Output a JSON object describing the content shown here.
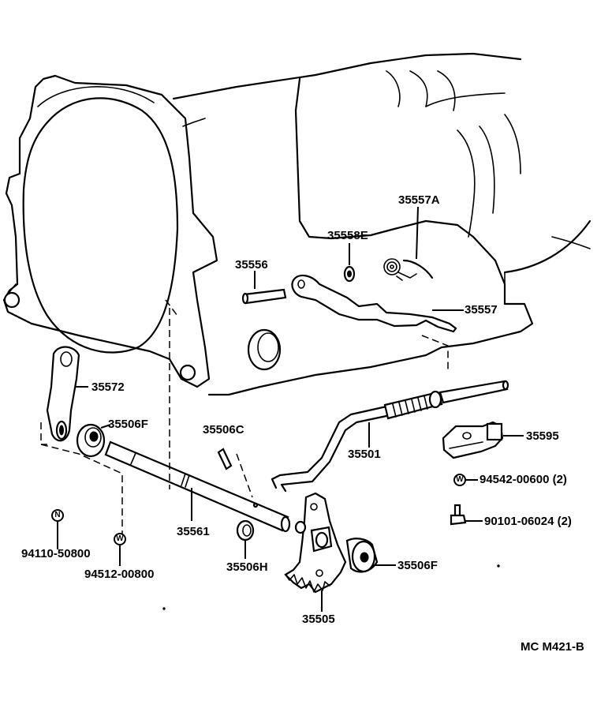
{
  "parts": {
    "p35557A": "35557A",
    "p35558E": "35558E",
    "p35556": "35556",
    "p35557": "35557",
    "p35572": "35572",
    "p35506F_top": "35506F",
    "p35506C": "35506C",
    "p35501": "35501",
    "p35595": "35595",
    "p94542": "94542-00600 (2)",
    "p90101": "90101-06024 (2)",
    "p35561": "35561",
    "p94110": "94110-50800",
    "p94512": "94512-00800",
    "p35506H": "35506H",
    "p35506F_bottom": "35506F",
    "p35505": "35505"
  },
  "symbols": {
    "nut": "N",
    "washer": "W"
  },
  "drawing_code": "MC  M421-B"
}
